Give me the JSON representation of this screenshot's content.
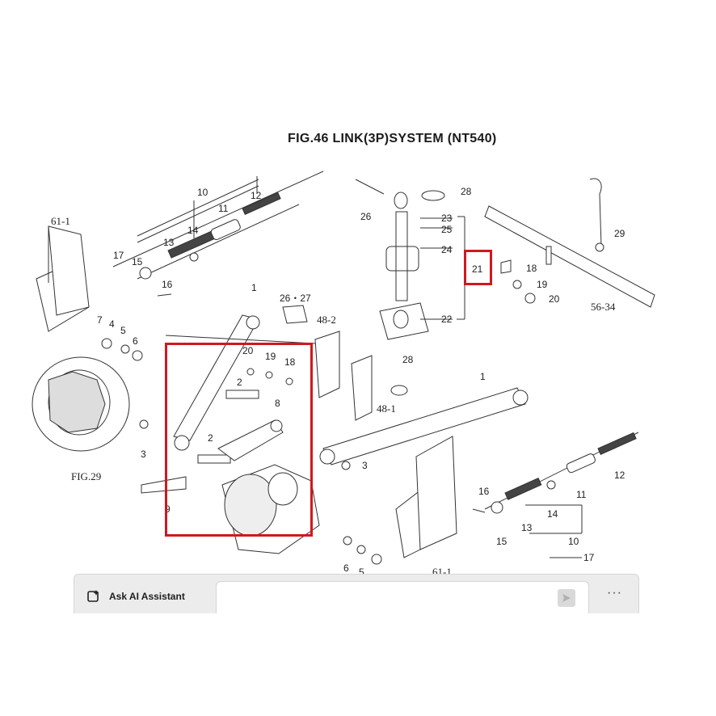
{
  "figure": {
    "title": "FIG.46 LINK(3P)SYSTEM (NT540)",
    "highlight_color": "#d0181e",
    "labels": {
      "l10a": "10",
      "l12a": "12",
      "l11a": "11",
      "l13a": "13",
      "l14a": "14",
      "l15a": "15",
      "l16a": "16",
      "l17a": "17",
      "l61a": "61-1",
      "l7": "7",
      "l5a": "5",
      "l6a": "6",
      "l4": "4",
      "l3a": "3",
      "fig29": "FIG.29",
      "l1a": "1",
      "l20a": "20",
      "l19a": "19",
      "l18a": "18",
      "l2a": "2",
      "l8": "8",
      "l2b": "2",
      "l9": "9",
      "l2627": "26・27",
      "l482": "48-2",
      "l481": "48-1",
      "l26": "26",
      "l28a": "28",
      "l28b": "28",
      "l23": "23",
      "l25": "25",
      "l24": "24",
      "l21": "21",
      "l22": "22",
      "l18b": "18",
      "l19b": "19",
      "l20b": "20",
      "l29": "29",
      "l5634": "56-34",
      "l1b": "1",
      "l3b": "3",
      "l12b": "12",
      "l11b": "11",
      "l16b": "16",
      "l13b": "13",
      "l14b": "14",
      "l15b": "15",
      "l10b": "10",
      "l17b": "17",
      "l6b": "6",
      "l5b": "5",
      "l61b": "61-1"
    }
  },
  "ai_panel": {
    "label": "Ask AI Assistant",
    "input_placeholder": "",
    "more_label": "···",
    "send_icon": "send-arrow-icon"
  }
}
